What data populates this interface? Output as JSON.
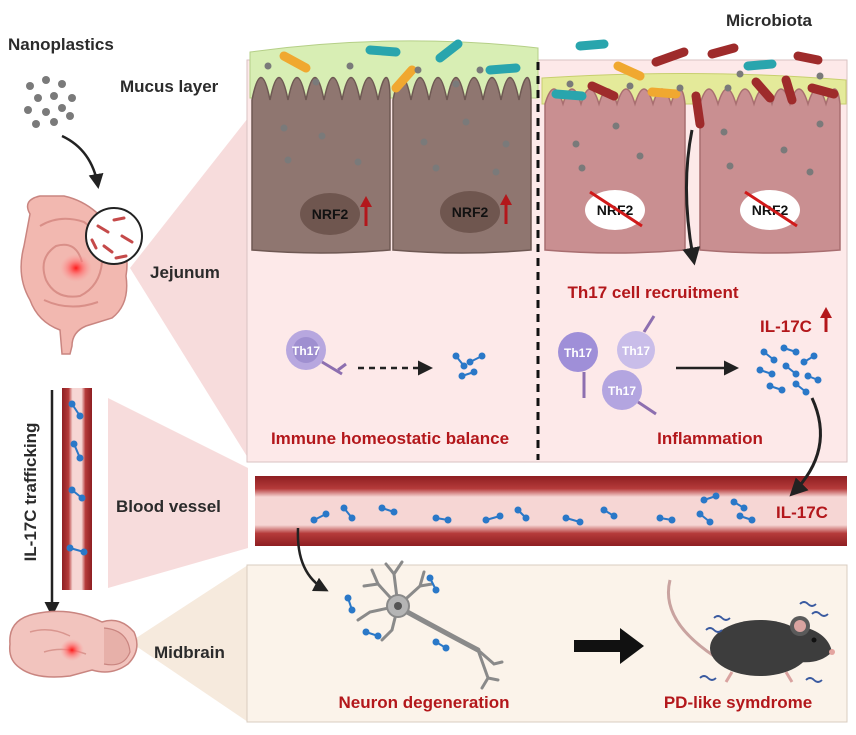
{
  "labels": {
    "nanoplastics": "Nanoplastics",
    "microbiota": "Microbiota",
    "mucus_layer": "Mucus layer",
    "jejunum": "Jejunum",
    "il17c_trafficking": "IL-17C trafficking",
    "blood_vessel": "Blood vessel",
    "midbrain": "Midbrain",
    "nrf2": "NRF2",
    "th17": "Th17",
    "th17_recruitment": "Th17 cell recruitment",
    "il17c": "IL-17C",
    "immune_balance": "Immune homeostatic balance",
    "inflammation": "Inflammation",
    "neuron_degeneration": "Neuron degeneration",
    "pd_syndrome": "PD-like  symdrome"
  },
  "colors": {
    "accent_red": "#b3171b",
    "cell_fill": "#8f7670",
    "inflamed_cell_fill": "#c98f91",
    "mucus": "#d8eeb4",
    "vessel": "#9b2525",
    "cytokine": "#2a78c8"
  }
}
